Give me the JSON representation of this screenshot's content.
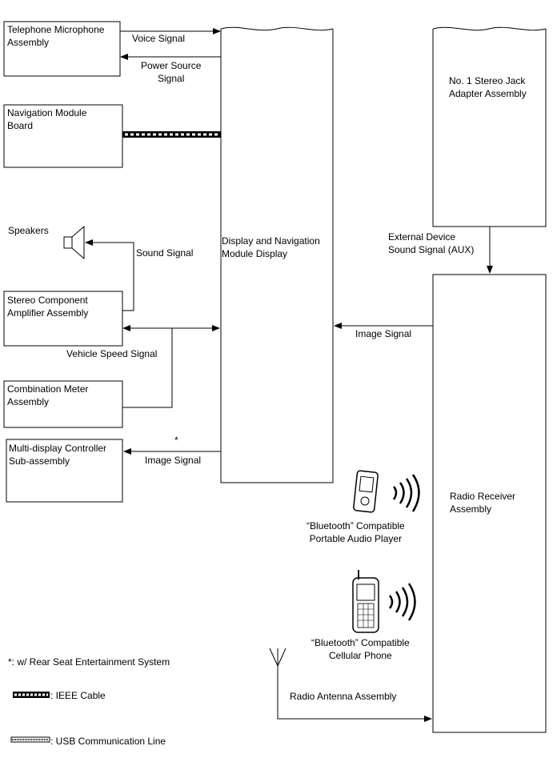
{
  "boxes": {
    "telephone_microphone": "Telephone Microphone\nAssembly",
    "navigation_module_board": "Navigation Module\nBoard",
    "stereo_component_amplifier": "Stereo Component\nAmplifier Assembly",
    "combination_meter": "Combination Meter\nAssembly",
    "multi_display_controller": "Multi-display Controller\nSub-assembly",
    "display_navigation": "Display and Navigation\nModule Display",
    "stereo_jack_adapter": "No. 1 Stereo Jack\nAdapter Assembly",
    "radio_receiver": "Radio Receiver\nAssembly"
  },
  "labels": {
    "speakers": "Speakers",
    "radio_antenna": "Radio Antenna Assembly",
    "bluetooth_audio_player": "“Bluetooth” Compatible\nPortable Audio Player",
    "bluetooth_cellular_phone": "“Bluetooth” Compatible\nCellular Phone"
  },
  "signals": {
    "voice": "Voice Signal",
    "power_source": "Power Source\nSignal",
    "sound": "Sound Signal",
    "vehicle_speed": "Vehicle Speed Signal",
    "image_rear_seat": "Image Signal",
    "asterisk": "*",
    "image_radio": "Image Signal",
    "external_aux": "External Device\nSound Signal (AUX)"
  },
  "legend": {
    "rear_seat_note": "*: w/ Rear Seat Entertainment System",
    "ieee_cable": ": IEEE Cable",
    "usb_line": ": USB Communication Line"
  }
}
